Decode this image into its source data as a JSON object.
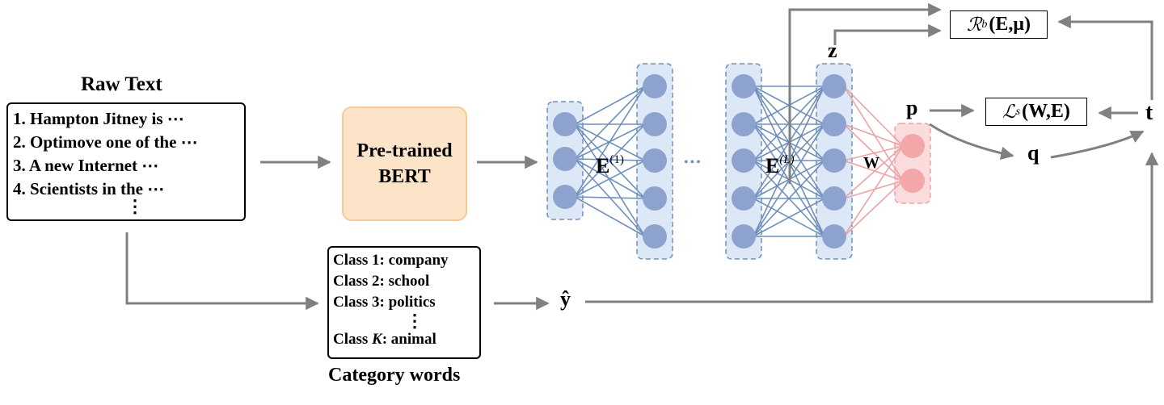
{
  "raw_text": {
    "title": "Raw Text",
    "lines": [
      "1. Hampton Jitney is ⋯",
      "2. Optimove one of the ⋯",
      "3. A new Internet ⋯",
      "4. Scientists in the ⋯"
    ],
    "ellipsis": "⋮"
  },
  "bert": {
    "line1": "Pre-trained",
    "line2": "BERT"
  },
  "category_words": {
    "title": "Category words",
    "classes": [
      "Class 1: company",
      "Class 2: school",
      "Class 3: politics"
    ],
    "ellipsis": "⋮",
    "last_prefix": "Class ",
    "last_k": "K",
    "last_suffix": ": animal"
  },
  "network": {
    "layer1": {
      "letter": "E",
      "sup": "(1)"
    },
    "layerL": {
      "letter": "E",
      "sup": "(L)"
    },
    "between_dots": "•••",
    "w_label": "W",
    "colors": {
      "blue_node": "#8da2cf",
      "blue_panel": "#dce8f6",
      "blue_line": "#6f8fba",
      "red_node": "#f3a7a9",
      "red_panel": "#fbdcdc",
      "red_line": "#eba3a5"
    }
  },
  "symbols": {
    "z": "z",
    "p": "p",
    "q": "q",
    "t": "t",
    "yhat": "ŷ"
  },
  "losses": {
    "rb": {
      "script": "ℛ",
      "sub": "b",
      "args": "(E,μ)"
    },
    "ls": {
      "script": "ℒ",
      "sub": "s",
      "args": "(W,E)"
    }
  }
}
